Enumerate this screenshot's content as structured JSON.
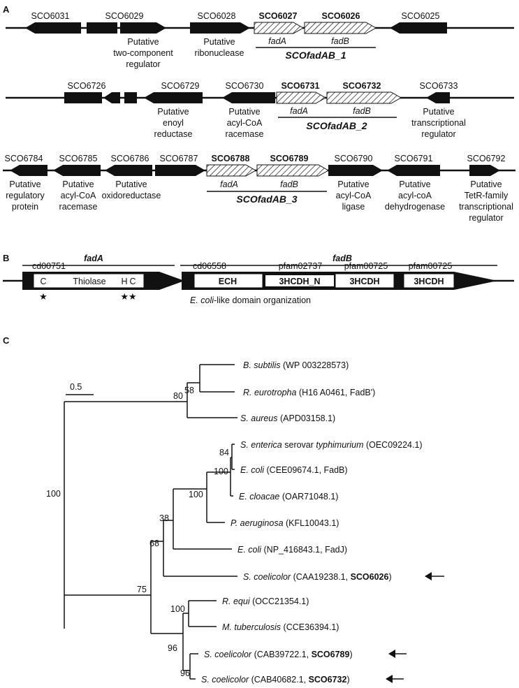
{
  "panels": {
    "a": "A",
    "b": "B",
    "c": "C"
  },
  "colors": {
    "ink": "#111111",
    "hatch": "#111111"
  },
  "row1": {
    "genes": {
      "g6031": "SCO6031",
      "g6029": "SCO6029",
      "g6028": "SCO6028",
      "g6027": "SCO6027",
      "g6026": "SCO6026",
      "g6025": "SCO6025"
    },
    "desc6029": [
      "Putative",
      "two-component",
      "regulator"
    ],
    "desc6028": [
      "Putative",
      "ribonuclease"
    ],
    "fadA": "fadA",
    "fadB": "fadB",
    "cluster": "SCOfadAB_1"
  },
  "row2": {
    "genes": {
      "g6726": "SCO6726",
      "g6729": "SCO6729",
      "g6730": "SCO6730",
      "g6731": "SCO6731",
      "g6732": "SCO6732",
      "g6733": "SCO6733"
    },
    "desc6729": [
      "Putative",
      "enoyl",
      "reductase"
    ],
    "desc6730": [
      "Putative",
      "acyl-CoA",
      "racemase"
    ],
    "desc6733": [
      "Putative",
      "transcriptional",
      "regulator"
    ],
    "fadA": "fadA",
    "fadB": "fadB",
    "cluster": "SCOfadAB_2"
  },
  "row3": {
    "genes": {
      "g6784": "SCO6784",
      "g6785": "SCO6785",
      "g6786": "SCO6786",
      "g6787": "SCO6787",
      "g6788": "SCO6788",
      "g6789": "SCO6789",
      "g6790": "SCO6790",
      "g6791": "SCO6791",
      "g6792": "SCO6792"
    },
    "desc6784": [
      "Putative",
      "regulatory",
      "protein"
    ],
    "desc6785": [
      "Putative",
      "acyl-CoA",
      "racemase"
    ],
    "desc6786": [
      "Putative",
      "oxidoreductase"
    ],
    "desc6790": [
      "Putative",
      "acyl-CoA",
      "ligase"
    ],
    "desc6791": [
      "Putative",
      "acyl-coA",
      "dehydrogenase"
    ],
    "desc6792": [
      "Putative",
      "TetR-family",
      "transcriptional",
      "regulator"
    ],
    "fadA": "fadA",
    "fadB": "fadB",
    "cluster": "SCOfadAB_3"
  },
  "panelB": {
    "fadA": "fadA",
    "fadB": "fadB",
    "cd1": "cd00751",
    "cd2": "cd06558",
    "pf1": "pfam02737",
    "pf2": "pfam00725",
    "pf3": "pfam00725",
    "thiolase": "Thiolase",
    "c1": "C",
    "h": "H",
    "c2": "C",
    "ech": "ECH",
    "d1": "3HCDH_N",
    "d2": "3HCDH",
    "d3": "3HCDH",
    "star": "★",
    "stars": "★★",
    "ecoli": "E. coli",
    "org": "-like domain organization"
  },
  "tree": {
    "scale": "0.5",
    "boot": {
      "b58": "58",
      "b80": "80",
      "b84": "84",
      "b100a": "100",
      "b100b": "100",
      "b38": "38",
      "b68": "68",
      "b100root": "100",
      "b75": "75",
      "b100c": "100",
      "b96a": "96",
      "b96b": "96"
    },
    "leaves": [
      {
        "sp": "B. subtilis",
        "acc": " (WP 003228573)"
      },
      {
        "sp": "R. eurotropha",
        "acc": " (H16 A0461, FadB')"
      },
      {
        "sp": "S. aureus",
        "acc": " (APD03158.1)"
      },
      {
        "sp": "S. enterica",
        "mid": " serovar ",
        "sp2": "typhimurium",
        "acc": " (OEC09224.1)"
      },
      {
        "sp": "E. coli",
        "acc": " (CEE09674.1, FadB)"
      },
      {
        "sp": "E. cloacae",
        "acc": " (OAR71048.1)"
      },
      {
        "sp": "P. aeruginosa",
        "acc": " (KFL10043.1)"
      },
      {
        "sp": "E. coli",
        "acc": " (NP_416843.1, FadJ)"
      },
      {
        "sp": "S. coelicolor",
        "acc": " (CAA19238.1, ",
        "bold": "SCO6026",
        "close": ")"
      },
      {
        "sp": "R. equi",
        "acc": " (OCC21354.1)"
      },
      {
        "sp": "M. tuberculosis",
        "acc": " (CCE36394.1)"
      },
      {
        "sp": "S. coelicolor",
        "acc": " (CAB39722.1, ",
        "bold": "SCO6789",
        "close": ")"
      },
      {
        "sp": "S. coelicolor",
        "acc": " (CAB40682.1, ",
        "bold": "SCO6732",
        "close": ")"
      }
    ]
  }
}
